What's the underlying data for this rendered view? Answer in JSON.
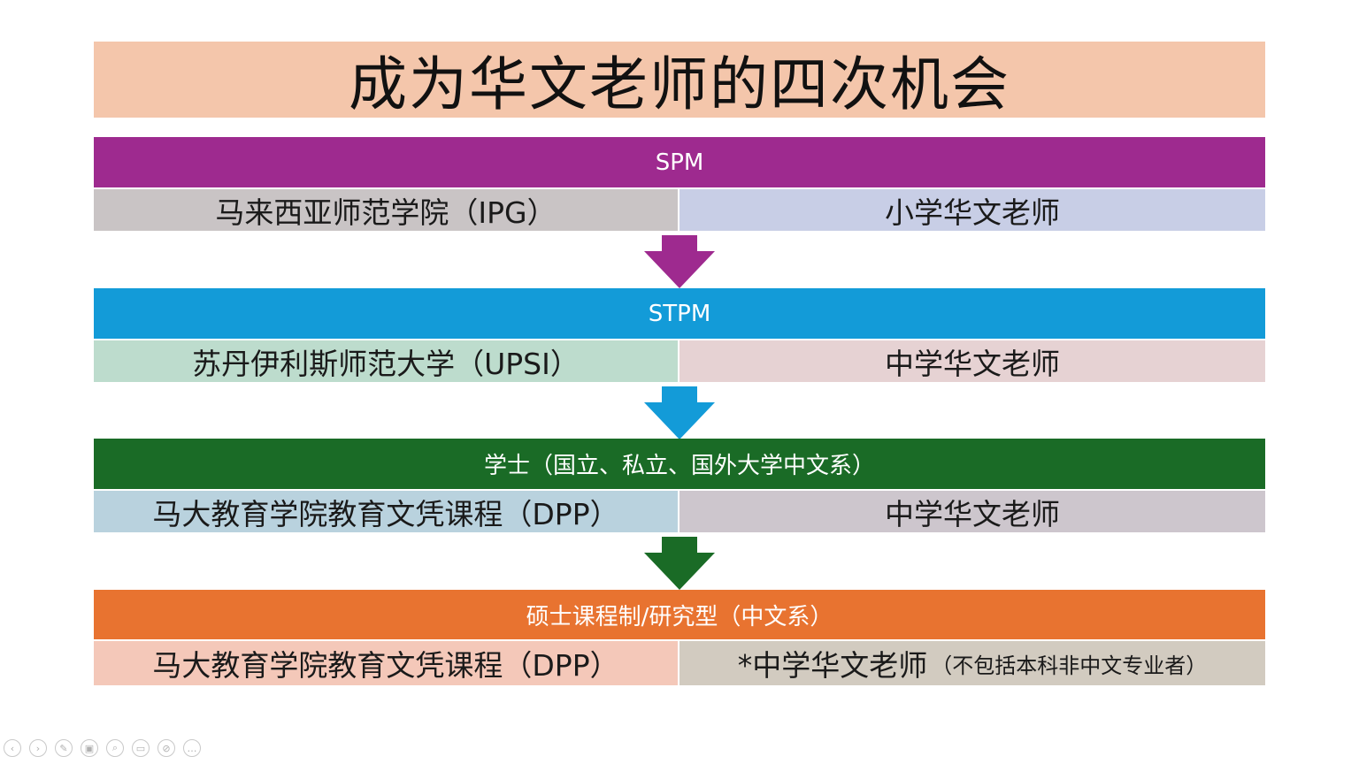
{
  "title": "成为华文老师的四次机会",
  "stages": [
    {
      "header": "SPM",
      "header_color": "#9e2a8f",
      "left": "马来西亚师范学院（IPG）",
      "left_color": "#c9c4c5",
      "right": "小学华文老师",
      "right_color": "#c8cee6",
      "arrow_color": "#9e2a8f"
    },
    {
      "header": "STPM",
      "header_color": "#139bd8",
      "left": "苏丹伊利斯师范大学（UPSI）",
      "left_color": "#bddccd",
      "right": "中学华文老师",
      "right_color": "#e6d2d3",
      "arrow_color": "#139bd8"
    },
    {
      "header": "学士（国立、私立、国外大学中文系）",
      "header_color": "#1a6b26",
      "left": "马大教育学院教育文凭课程（DPP）",
      "left_color": "#b9d2de",
      "right": "中学华文老师",
      "right_color": "#cdc6cd",
      "arrow_color": "#1a6b26"
    },
    {
      "header": "硕士课程制/研究型（中文系）",
      "header_color": "#e87330",
      "left": "马大教育学院教育文凭课程（DPP）",
      "left_color": "#f4c8b9",
      "right": "*中学华文老师",
      "right_note": "（不包括本科非中文专业者）",
      "right_color": "#d2cbc0"
    }
  ],
  "toolbar": {
    "icons": [
      "prev-icon",
      "next-icon",
      "pen-icon",
      "slides-icon",
      "zoom-icon",
      "subtitles-icon",
      "camera-off-icon",
      "more-icon"
    ],
    "glyphs": [
      "‹",
      "›",
      "✎",
      "▣",
      "⌕",
      "▭",
      "⊘",
      "…"
    ]
  }
}
